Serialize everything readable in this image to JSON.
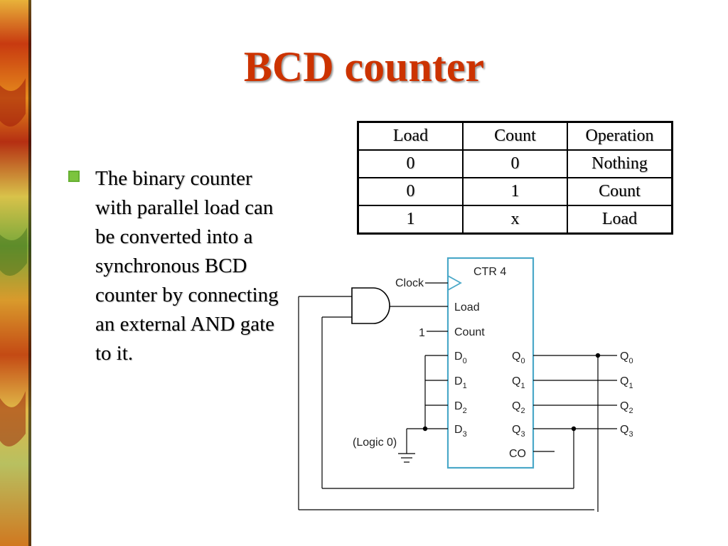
{
  "slide": {
    "title": "BCD counter",
    "bullet_text": "The binary counter with parallel load can be converted into a synchronous BCD counter by connecting an external AND gate to it."
  },
  "table": {
    "headers": [
      "Load",
      "Count",
      "Operation"
    ],
    "rows": [
      [
        "0",
        "0",
        "Nothing"
      ],
      [
        "0",
        "1",
        "Count"
      ],
      [
        "1",
        "x",
        "Load"
      ]
    ]
  },
  "circuit": {
    "chip_label": "CTR 4",
    "clock_label": "Clock",
    "load_label": "Load",
    "count_label": "Count",
    "count_input_value": "1",
    "logic0_label": "(Logic 0)",
    "co_label": "CO",
    "d_main": "D",
    "q_main": "Q",
    "d_subs": [
      "0",
      "1",
      "2",
      "3"
    ],
    "q_subs": [
      "0",
      "1",
      "2",
      "3"
    ]
  },
  "colors": {
    "title": "#cc3300",
    "bullet": "#66b032",
    "chip_border": "#4aa8c8",
    "wire": "#000000"
  }
}
